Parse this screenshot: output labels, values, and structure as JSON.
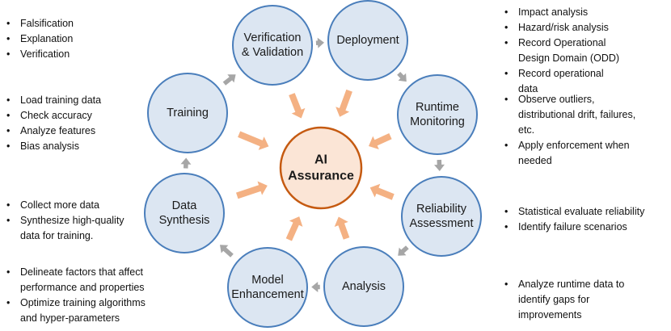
{
  "center": {
    "lines": [
      "AI",
      "Assurance"
    ]
  },
  "stages": [
    {
      "id": "verification-validation",
      "lines": [
        "Verification",
        "& Validation"
      ]
    },
    {
      "id": "deployment",
      "lines": [
        "Deployment"
      ]
    },
    {
      "id": "runtime-monitoring",
      "lines": [
        "Runtime",
        "Monitoring"
      ]
    },
    {
      "id": "reliability-assessment",
      "lines": [
        "Reliability",
        "Assessment"
      ]
    },
    {
      "id": "analysis",
      "lines": [
        "Analysis"
      ]
    },
    {
      "id": "model-enhancement",
      "lines": [
        "Model",
        "Enhancement"
      ]
    },
    {
      "id": "data-synthesis",
      "lines": [
        "Data",
        "Synthesis"
      ]
    },
    {
      "id": "training",
      "lines": [
        "Training"
      ]
    }
  ],
  "notes": {
    "verification": [
      "Falsification",
      "Explanation",
      "Verification"
    ],
    "training": [
      "Load training data",
      "Check accuracy",
      "Analyze features",
      "Bias analysis"
    ],
    "data_synthesis": [
      "Collect more data",
      "Synthesize high-quality data for training."
    ],
    "model_enhancement": [
      "Delineate factors that affect performance and properties",
      "Optimize training algorithms and hyper-parameters"
    ],
    "deployment": [
      "Impact analysis",
      "Hazard/risk analysis",
      "Record Operational Design Domain (ODD)",
      "Record operational data"
    ],
    "runtime_monitoring": [
      "Observe outliers, distributional drift, failures, etc.",
      "Apply enforcement when needed"
    ],
    "reliability": [
      "Statistical evaluate reliability",
      "Identify failure scenarios"
    ],
    "analysis": [
      "Analyze runtime data to identify gaps for improvements"
    ]
  },
  "colors": {
    "stage_fill": "#dce6f2",
    "stage_stroke": "#4a7ebb",
    "center_fill": "#fbe5d6",
    "center_stroke": "#c55a11",
    "cycle_arrow": "#a6a6a6",
    "inward_arrow": "#f4b183"
  }
}
